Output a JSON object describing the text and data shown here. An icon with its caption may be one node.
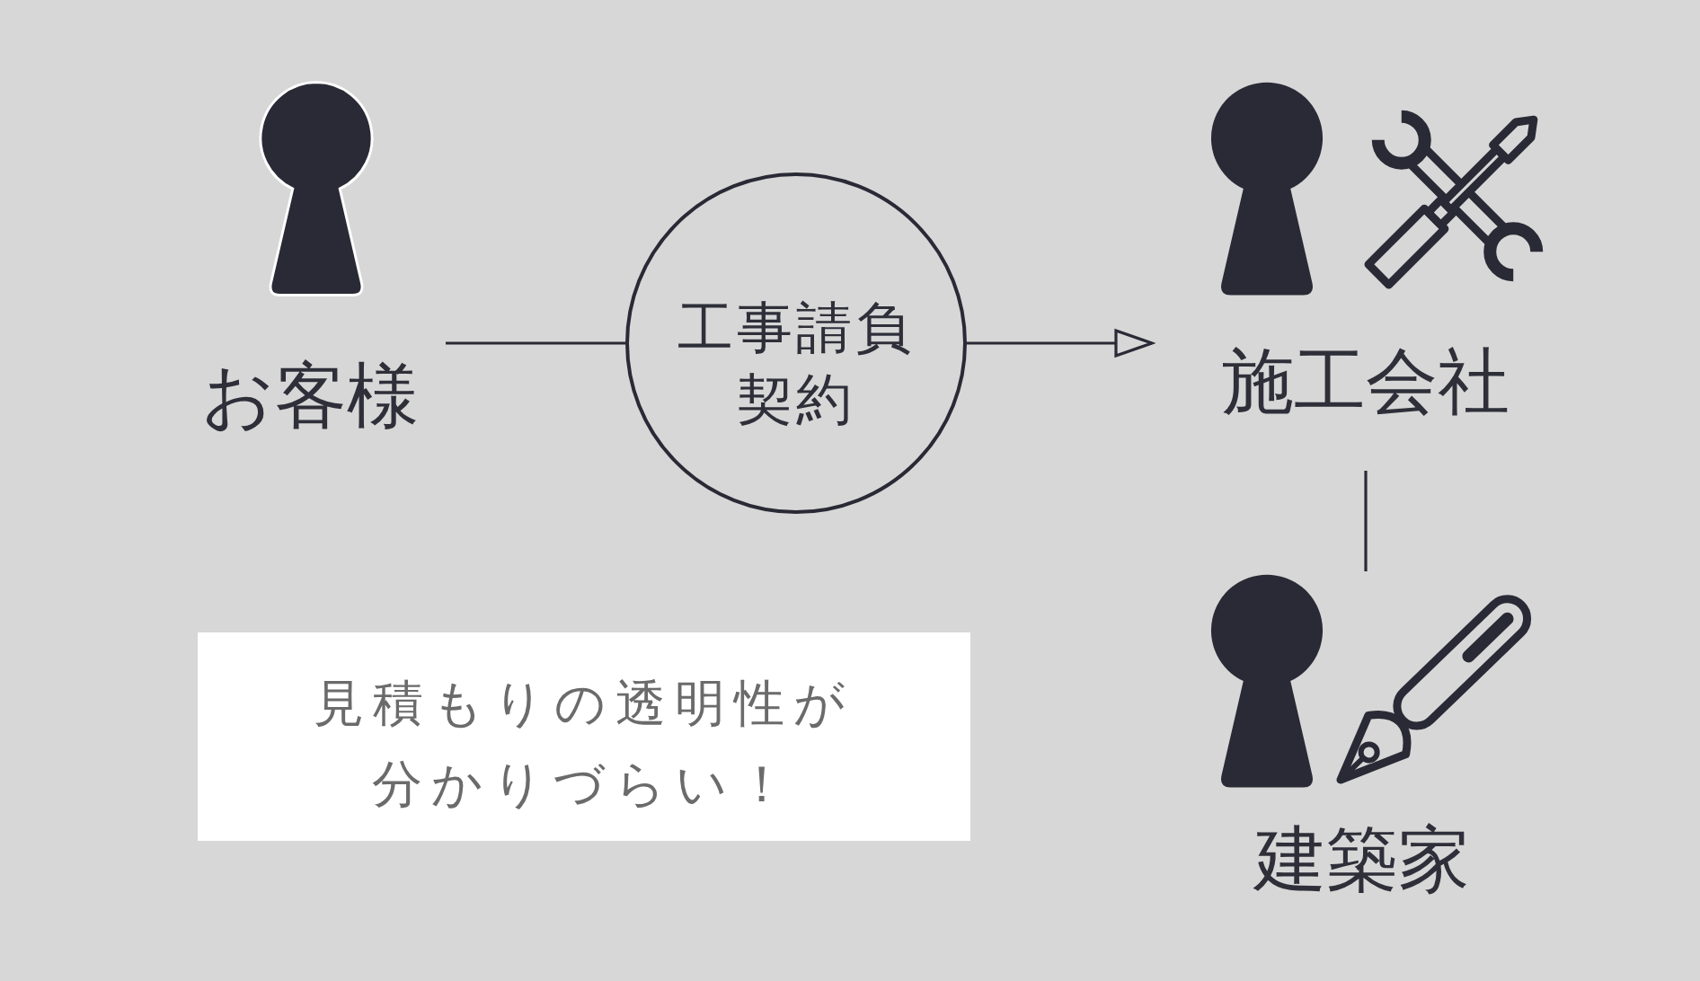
{
  "diagram": {
    "nodes": [
      {
        "text": [
          "お客様"
        ]
      },
      {
        "text": [
          "工事請負契約"
        ]
      },
      {
        "text": [
          "施工会社"
        ]
      },
      {
        "text": [
          "建築家"
        ]
      },
      {
        "text": [
          "見積もりの透明性が分かりづらい！"
        ]
      }
    ],
    "edges": [
      {
        "from": 0,
        "to": 1,
        "arrow": "none"
      },
      {
        "from": 1,
        "to": 2,
        "arrow": "to"
      },
      {
        "from": 2,
        "to": 3,
        "arrow": "none"
      }
    ]
  }
}
